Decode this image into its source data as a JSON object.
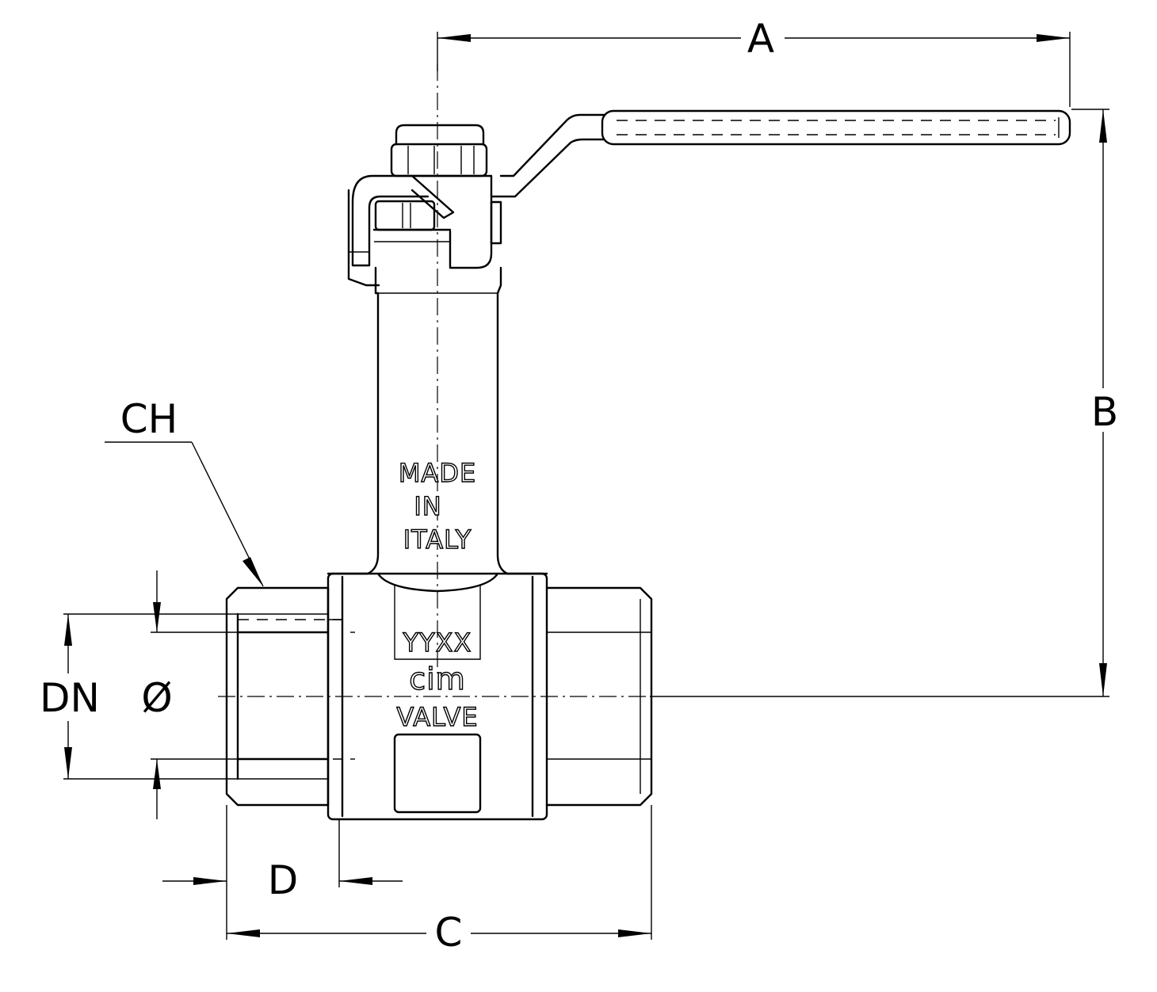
{
  "dimensions": {
    "A": "A",
    "B": "B",
    "C": "C",
    "D": "D",
    "CH": "CH",
    "DN": "DN",
    "diameter": "Ø"
  },
  "body_markings": {
    "made_line1": "MADE",
    "made_line2": "IN",
    "made_line3": "ITALY",
    "code": "YYXX",
    "brand": "cim",
    "valve": "VALVE"
  }
}
